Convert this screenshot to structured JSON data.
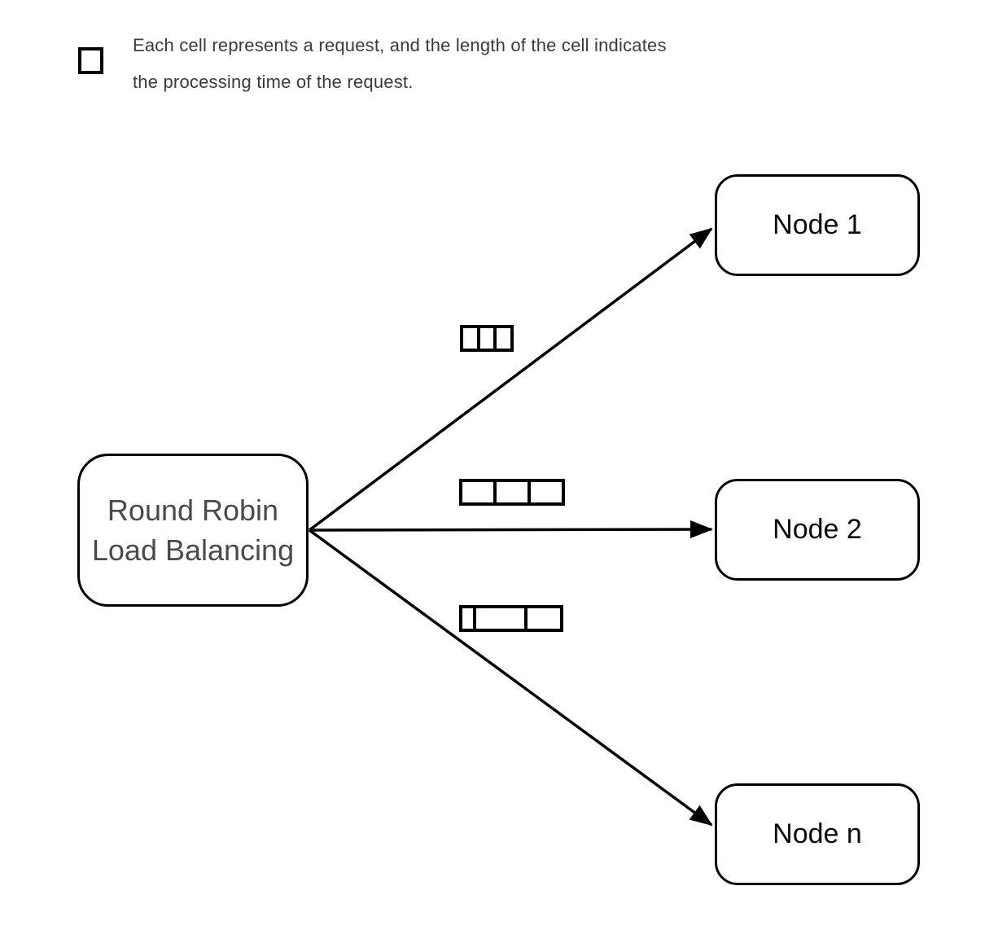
{
  "legend": {
    "icon": "cell-square-icon",
    "line1": "Each cell represents a request, and the length of the cell indicates",
    "line2": "the processing time of the request."
  },
  "balancer": {
    "line1": "Round Robin",
    "line2": "Load Balancing"
  },
  "nodes": [
    {
      "label": "Node 1"
    },
    {
      "label": "Node 2"
    },
    {
      "label": "Node n"
    }
  ],
  "flows": [
    {
      "target": "Node 1",
      "cells": [
        1,
        1,
        1
      ]
    },
    {
      "target": "Node 2",
      "cells": [
        1,
        1,
        1
      ]
    },
    {
      "target": "Node n",
      "cells": [
        13,
        59,
        40
      ]
    }
  ],
  "colors": {
    "line": "#000000",
    "balancer_text": "#4a4a4a",
    "node_text": "#0b0b0b",
    "legend_text": "#3b3b3b",
    "background": "#ffffff"
  }
}
